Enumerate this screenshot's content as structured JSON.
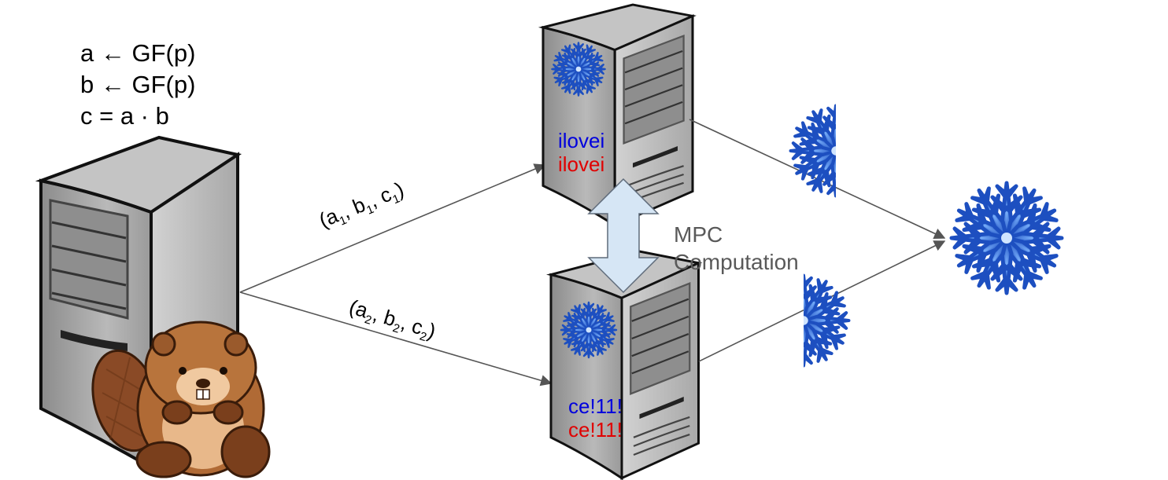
{
  "equations": {
    "line1": "a ← GF(p)",
    "line2": "b ← GF(p)",
    "line3": "c = a · b"
  },
  "share1": {
    "open": "(a",
    "s1": "1",
    "b": ", b",
    "s2": "1",
    "c": ", c",
    "s3": "1",
    "close": ")"
  },
  "share2": {
    "open": "(a",
    "s1": "2",
    "b": ", b",
    "s2": "2",
    "c": ", c",
    "s3": "2",
    "close": ")"
  },
  "server_top": {
    "text_blue": "ilovei",
    "text_red": "ilovei"
  },
  "server_bottom": {
    "text_blue": "ce!11!",
    "text_red": "ce!11!"
  },
  "mpc_label": {
    "line1": "MPC",
    "line2": "Computation"
  },
  "colors": {
    "blue_text": "#0000dd",
    "red_text": "#e00000",
    "snowflake": "#2a6fd6",
    "arrow_fill": "#d6e6f5",
    "server_gray": "#9a9a9a"
  },
  "icons": [
    "server-icon",
    "beaver-mascot-icon",
    "snowflake-icon",
    "double-arrow-icon"
  ]
}
